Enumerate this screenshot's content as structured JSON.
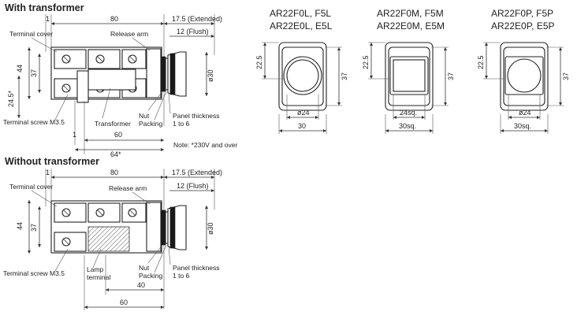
{
  "sections": {
    "with_transformer": "With transformer",
    "without_transformer": "Without transformer"
  },
  "top_view": {
    "dim_1": "1",
    "dim_80": "80",
    "dim_extended": "17.5 (Extended)",
    "dim_flush": "12 (Flush)",
    "dim_44": "44",
    "dim_37": "37",
    "dim_24_5": "24.5*",
    "dim_phi30": "ø30",
    "dim_1b": "1",
    "dim_60": "60",
    "dim_64": "64*",
    "terminal_cover": "Terminal cover",
    "release_arm": "Release arm",
    "terminal_screw": "Terminal screw M3.5",
    "transformer": "Transformer",
    "nut": "Nut",
    "packing": "Packing",
    "panel_thickness": "Panel thickness",
    "panel_range": "1 to 6",
    "note": "Note: *230V and over"
  },
  "bottom_view": {
    "dim_1": "1",
    "dim_80": "80",
    "dim_extended": "17.5 (Extended)",
    "dim_flush": "12 (Flush)",
    "dim_44": "44",
    "dim_37": "37",
    "dim_phi30": "ø30",
    "dim_40": "40",
    "dim_60": "60",
    "terminal_cover": "Terminal cover",
    "release_arm": "Release arm",
    "terminal_screw": "Terminal screw M3.5",
    "lamp": "Lamp",
    "terminal": "terminal",
    "nut": "Nut",
    "packing": "Packing",
    "panel_thickness": "Panel thickness",
    "panel_range": "1 to 6"
  },
  "fronts": [
    {
      "line1": "AR22F0L, F5L",
      "line2": "AR22E0L, E5L",
      "dim_h": "22.5",
      "dim_v": "37",
      "dim_face": "ø24",
      "dim_w": "30",
      "shape": "round"
    },
    {
      "line1": "AR22F0M, F5M",
      "line2": "AR22E0M, E5M",
      "dim_h": "22.5",
      "dim_v": "37",
      "dim_face": "24sq.",
      "dim_w": "30sq.",
      "shape": "square"
    },
    {
      "line1": "AR22F0P, F5P",
      "line2": "AR22E0P, E5P",
      "dim_h": "22.5",
      "dim_v": "37",
      "dim_face": "ø24",
      "dim_w": "30sq.",
      "shape": "round-square"
    }
  ]
}
